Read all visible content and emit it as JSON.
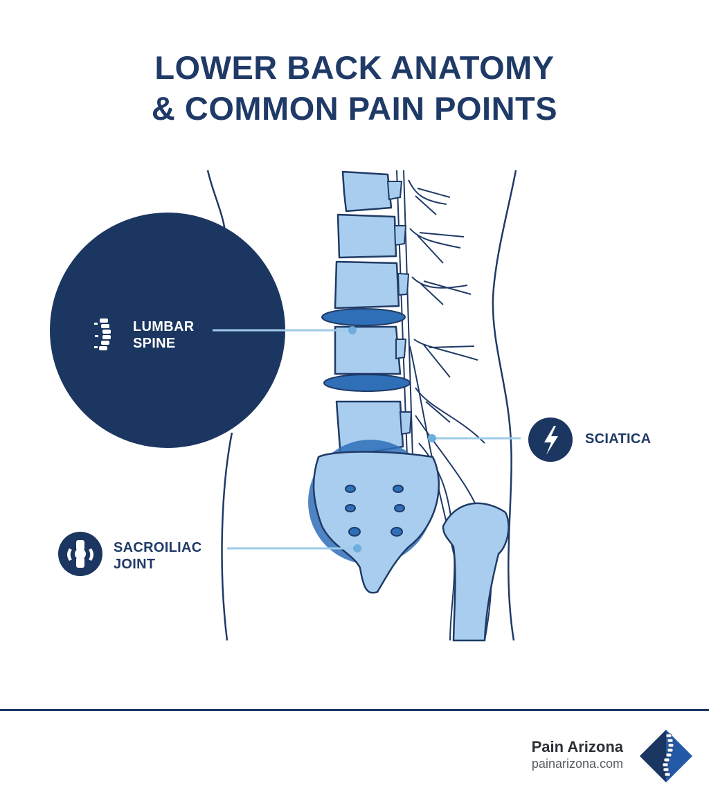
{
  "title": {
    "line1": "LOWER BACK ANATOMY",
    "line2": "& COMMON PAIN POINTS"
  },
  "labels": {
    "lumbar": {
      "line1": "LUMBAR",
      "line2": "SPINE",
      "icon": "spine-icon"
    },
    "sciatica": {
      "line1": "SCIATICA",
      "icon": "lightning-icon"
    },
    "sacroiliac": {
      "line1": "SACROILIAC",
      "line2": "JOINT",
      "icon": "joint-icon"
    }
  },
  "footer": {
    "brand": "Pain Arizona",
    "url": "painarizona.com",
    "logo_icon": "spine-diamond-logo"
  },
  "colors": {
    "navy": "#1f3a66",
    "dark_navy": "#1b3660",
    "bone": "#a9cdee",
    "disc": "#2f6fb8",
    "leader": "#9fcbea"
  }
}
